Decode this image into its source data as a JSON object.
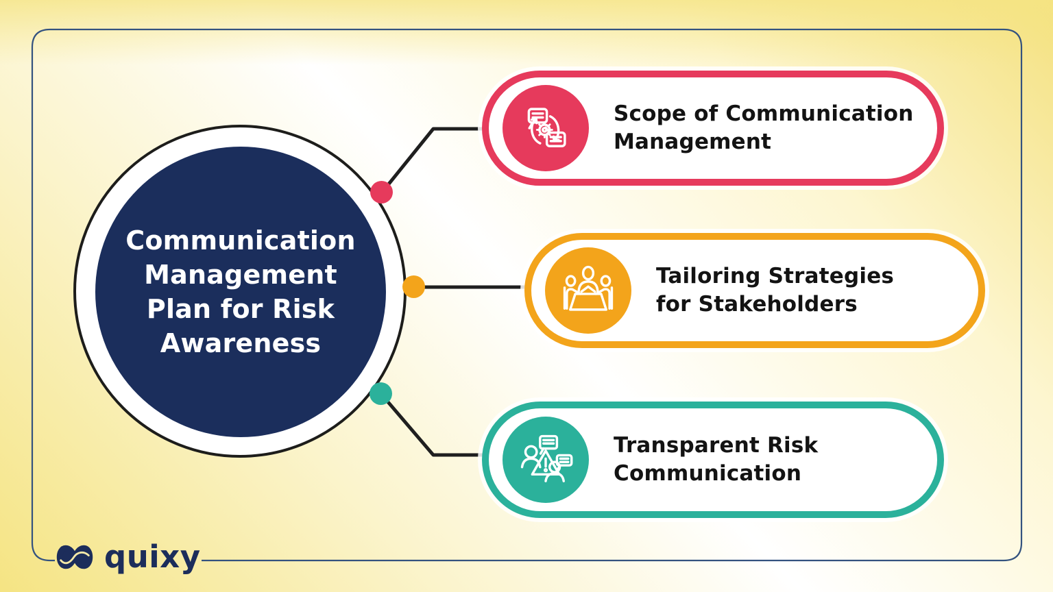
{
  "center_circle": {
    "title_lines": [
      "Communication",
      "Management",
      "Plan for Risk",
      "Awareness"
    ],
    "fill_color": "#1B2E5C"
  },
  "branches": [
    {
      "label_line1": "Scope of Communication",
      "label_line2": "Management",
      "color": "#E63A5C",
      "icon": "communication-cycle-icon"
    },
    {
      "label_line1": "Tailoring Strategies",
      "label_line2": "for Stakeholders",
      "color": "#F3A41B",
      "icon": "stakeholder-meeting-icon"
    },
    {
      "label_line1": "Transparent Risk",
      "label_line2": "Communication",
      "color": "#2BB19B",
      "icon": "risk-warning-icon"
    }
  ],
  "colors": {
    "connector": "#1F1F1F",
    "card_border": "#33527F",
    "outer_ring": "#1D1D1B",
    "pill_text": "#131313",
    "background_yellow": "#F5E483"
  },
  "footer": {
    "brand": "quixy",
    "color": "#1C2D5B"
  }
}
